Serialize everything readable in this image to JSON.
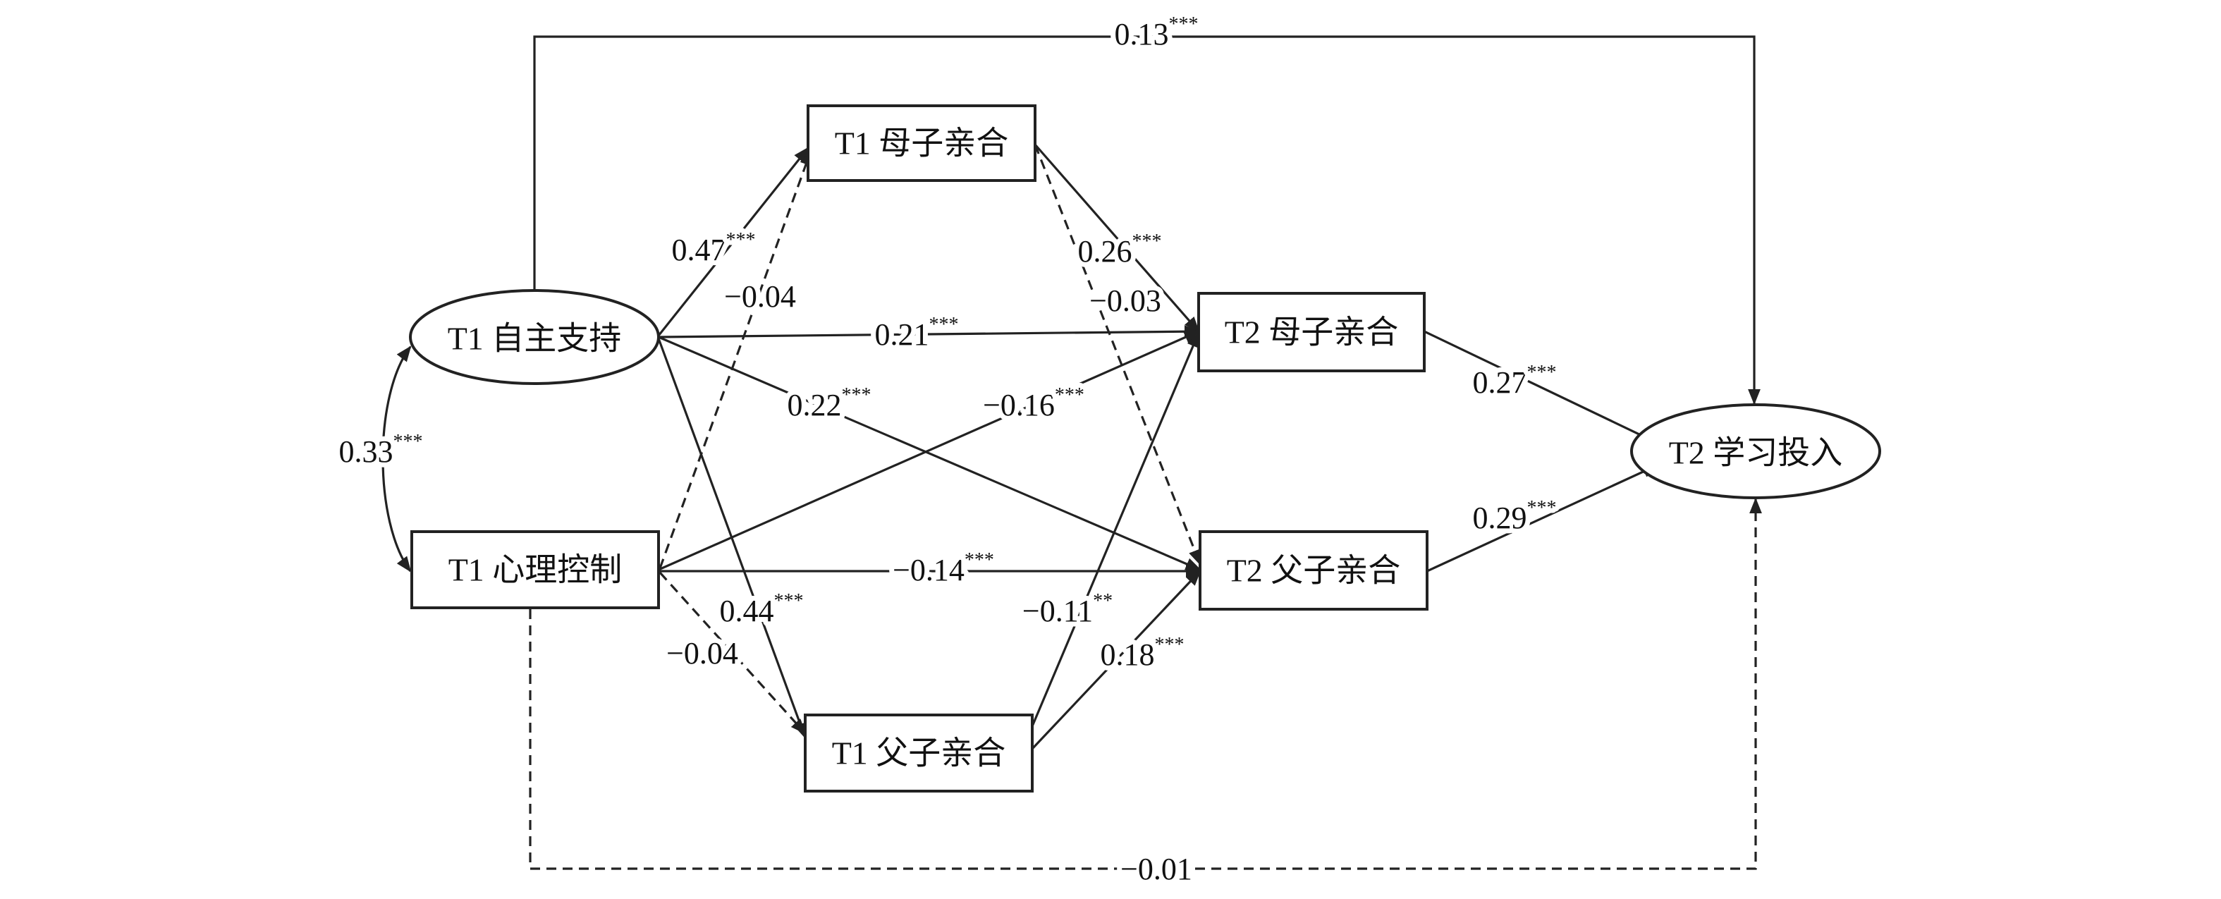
{
  "nodes": {
    "t1_autonomy": "T1 自主支持",
    "t1_control": "T1 心理控制",
    "t1_mother": "T1 母子亲合",
    "t1_father": "T1 父子亲合",
    "t2_mother": "T2 母子亲合",
    "t2_father": "T2 父子亲合",
    "t2_engagement": "T2 学习投入"
  },
  "paths": {
    "autonomy_engagement": {
      "coef": "0.13",
      "sig": "***",
      "significant": true
    },
    "control_engagement": {
      "coef": "−0.01",
      "sig": "",
      "significant": false
    },
    "autonomy_control_corr": {
      "coef": "0.33",
      "sig": "***",
      "significant": true
    },
    "autonomy_t1mother": {
      "coef": "0.47",
      "sig": "***",
      "significant": true
    },
    "control_t1mother": {
      "coef": "−0.04",
      "sig": "",
      "significant": false
    },
    "autonomy_t1father": {
      "coef": "0.44",
      "sig": "***",
      "significant": true
    },
    "control_t1father": {
      "coef": "−0.04",
      "sig": "",
      "significant": false
    },
    "autonomy_t2mother": {
      "coef": "0.21",
      "sig": "***",
      "significant": true
    },
    "autonomy_t2father": {
      "coef": "0.22",
      "sig": "***",
      "significant": true
    },
    "control_t2mother": {
      "coef": "−0.16",
      "sig": "***",
      "significant": true
    },
    "control_t2father": {
      "coef": "−0.14",
      "sig": "***",
      "significant": true
    },
    "t1mother_t2mother": {
      "coef": "0.26",
      "sig": "***",
      "significant": true
    },
    "t1mother_t2father": {
      "coef": "−0.03",
      "sig": "",
      "significant": false
    },
    "t1father_t2mother": {
      "coef": "−0.11",
      "sig": "**",
      "significant": true
    },
    "t1father_t2father": {
      "coef": "0.18",
      "sig": "***",
      "significant": true
    },
    "t2mother_engagement": {
      "coef": "0.27",
      "sig": "***",
      "significant": true
    },
    "t2father_engagement": {
      "coef": "0.29",
      "sig": "***",
      "significant": true
    }
  }
}
